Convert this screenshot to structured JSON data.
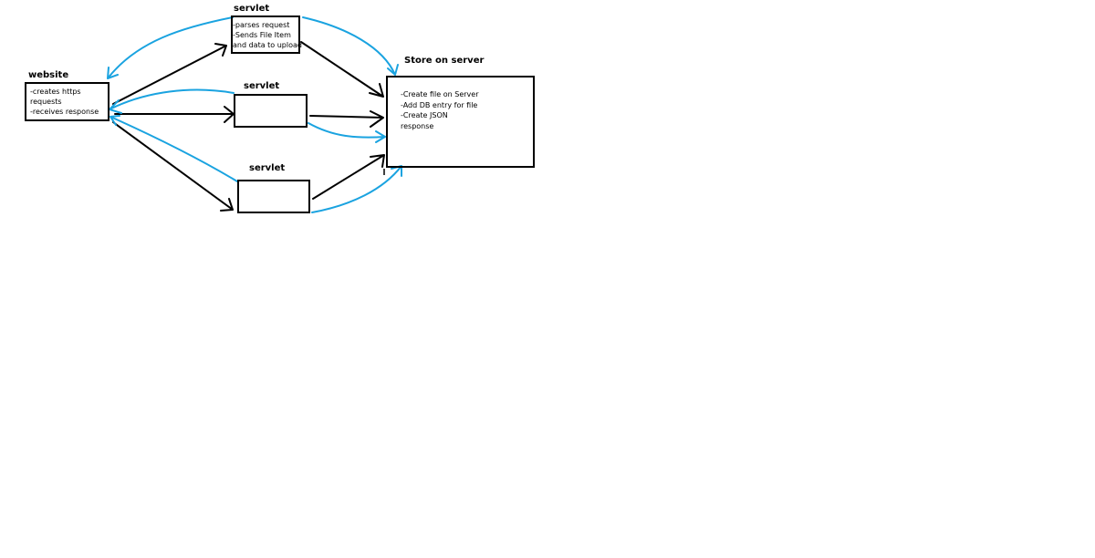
{
  "colors": {
    "request_arrow": "#000000",
    "response_arrow": "#1aa3e0",
    "box_border": "#000000"
  },
  "website": {
    "title": "website",
    "lines": [
      "-creates https",
      "requests",
      "-receives response"
    ]
  },
  "servlet_top": {
    "title": "servlet",
    "lines": [
      "-parses request",
      "-Sends File Item",
      "and data to upload"
    ]
  },
  "servlet_middle": {
    "title": "servlet"
  },
  "servlet_bottom": {
    "title": "servlet"
  },
  "store": {
    "title": "Store on server",
    "lines": [
      "-Create file on Server",
      "-Add DB entry for file",
      "-Create JSON",
      "response"
    ]
  }
}
